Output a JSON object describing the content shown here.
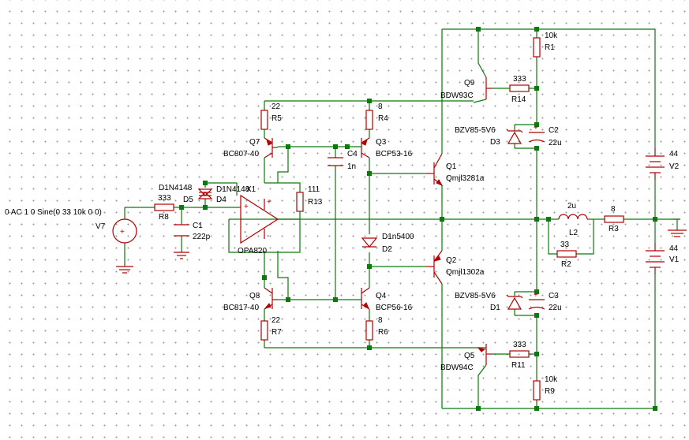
{
  "colors": {
    "wire": "#0a7a0a",
    "component": "#b00000",
    "background": "#ffffff",
    "grid": "#9a9a9a"
  },
  "labels": {
    "source_spec": "0 AC 1 0 Sine(0 33 10k 0 0)",
    "V7": "V7",
    "R8_val": "333",
    "R8": "R8",
    "C1": "C1",
    "C1_val": "222p",
    "D5_type": "D1N4148",
    "D5": "D5",
    "D4_type": "D1N4148",
    "D4": "D4",
    "X1": "X1",
    "opamp": "OPA820",
    "R13_val": "111",
    "R13": "R13",
    "R5_val": "22",
    "R5": "R5",
    "Q7": "Q7",
    "Q7_type": "BC807-40",
    "R4_val": "8",
    "R4": "R4",
    "Q3": "Q3",
    "Q3_type": "BCP53-16",
    "C4": "C4",
    "C4_val": "1n",
    "Q8": "Q8",
    "Q8_type": "BC817-40",
    "R7_val": "22",
    "R7": "R7",
    "Q4": "Q4",
    "Q4_type": "BCP56-16",
    "R6_val": "8",
    "R6": "R6",
    "D2_type": "D1n5400",
    "D2": "D2",
    "Q1": "Q1",
    "Q1_type": "Qmjl3281a",
    "Q2": "Q2",
    "Q2_type": "Qmjl1302a",
    "R1_val": "10k",
    "R1": "R1",
    "Q9": "Q9",
    "Q9_type": "BDW93C",
    "R14_val": "333",
    "R14": "R14",
    "D3_type": "BZV85-5V6",
    "D3": "D3",
    "C2": "C2",
    "C2_val": "22u",
    "V2_val": "44",
    "V2": "V2",
    "L2_val": "2u",
    "L2": "L2",
    "R2_val": "33",
    "R2": "R2",
    "R3_val": "8",
    "R3": "R3",
    "V1_val": "44",
    "V1": "V1",
    "D1_type": "BZV85-5V6",
    "D1": "D1",
    "C3": "C3",
    "C3_val": "22u",
    "Q5": "Q5",
    "Q5_type": "BDW94C",
    "R11_val": "333",
    "R11": "R11",
    "R9_val": "10k",
    "R9": "R9",
    "plus": "+",
    "minus": "-"
  }
}
